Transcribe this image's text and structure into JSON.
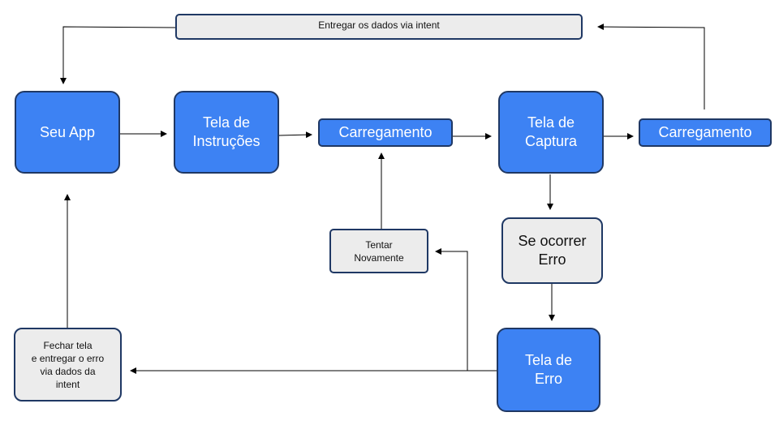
{
  "colors": {
    "node_fill": "#3d82f3",
    "node_border": "#1f3864",
    "note_fill": "#ececec",
    "arrow": "#000000"
  },
  "nodes": {
    "seu_app": "Seu App",
    "tela_instrucoes": "Tela de\nInstruções",
    "carregamento_1": "Carregamento",
    "tela_captura": "Tela de\nCaptura",
    "carregamento_2": "Carregamento",
    "entregar_dados": "Entregar os dados via intent",
    "se_ocorrer_erro": "Se ocorrer\nErro",
    "tentar_novamente": "Tentar\nNovamente",
    "tela_erro": "Tela de\nErro",
    "fechar_tela": "Fechar tela\ne entregar o erro\nvia dados da\nintent"
  }
}
